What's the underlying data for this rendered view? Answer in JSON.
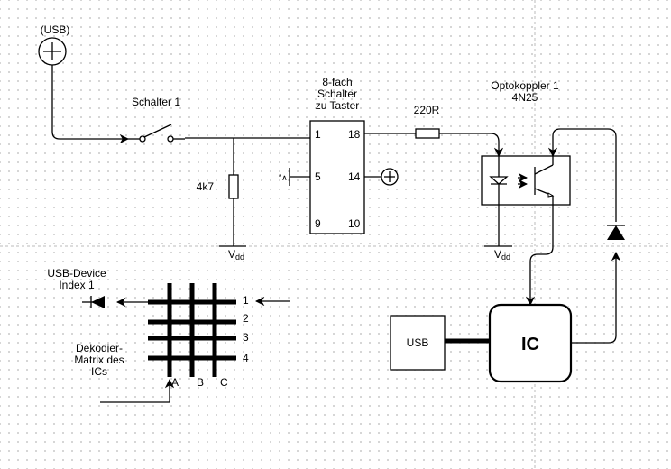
{
  "diagram": {
    "title": "Schaltung USB-Taster mit Optokoppler",
    "colors": {
      "stroke": "#000000",
      "background": "#ffffff",
      "grid": "#c8c8c8"
    },
    "nodes": {
      "usb_source": {
        "label": "(USB)",
        "icon": "plus-circle-icon"
      },
      "switch1": {
        "label": "Schalter 1"
      },
      "resistor_4k7": {
        "label": "4k7"
      },
      "vdd1": {
        "label_main": "V",
        "label_sub": "dd"
      },
      "chip": {
        "label_line1": "8-fach",
        "label_line2": "Schalter",
        "label_line3": "zu Taster",
        "pins": {
          "p1": "1",
          "p18": "18",
          "p5": "5",
          "p14": "14",
          "p9": "9",
          "p10": "10"
        }
      },
      "pin5_symbol": {
        "label": "″∧"
      },
      "plus_14": {
        "icon": "plus-circle-icon"
      },
      "resistor_220": {
        "label": "220R"
      },
      "optocoupler": {
        "label_line1": "Optokoppler 1",
        "label_line2": "4N25"
      },
      "vdd2": {
        "label_main": "V",
        "label_sub": "dd"
      },
      "usb_box": {
        "label": "USB"
      },
      "ic": {
        "label": "IC"
      },
      "usb_device": {
        "label_line1": "USB-Device",
        "label_line2": "Index 1"
      },
      "matrix": {
        "label_line1": "Dekodier-",
        "label_line2": "Matrix des",
        "label_line3": "ICs",
        "rows": [
          "1",
          "2",
          "3",
          "4"
        ],
        "columns": [
          "A",
          "B",
          "C"
        ]
      }
    },
    "edges": [
      {
        "from": "usb_source",
        "to": "switch1"
      },
      {
        "from": "switch1",
        "to": "chip.pin1"
      },
      {
        "from": "switch1",
        "to": "resistor_4k7"
      },
      {
        "from": "resistor_4k7",
        "to": "vdd1"
      },
      {
        "from": "chip.pin18",
        "to": "resistor_220"
      },
      {
        "from": "resistor_220",
        "to": "optocoupler.led"
      },
      {
        "from": "optocoupler.led",
        "to": "vdd2"
      },
      {
        "from": "chip.pin14",
        "to": "plus_14"
      },
      {
        "from": "optocoupler.emitter",
        "to": "ic"
      },
      {
        "from": "usb_box",
        "to": "ic"
      },
      {
        "from": "ic",
        "to": "diode_right"
      },
      {
        "from": "diode_right",
        "to": "optocoupler.collector"
      },
      {
        "from": "matrix.row1",
        "to": "usb_device"
      },
      {
        "from": "input_row1",
        "to": "matrix.row1"
      },
      {
        "from": "input_colA",
        "to": "matrix.colA"
      }
    ]
  }
}
